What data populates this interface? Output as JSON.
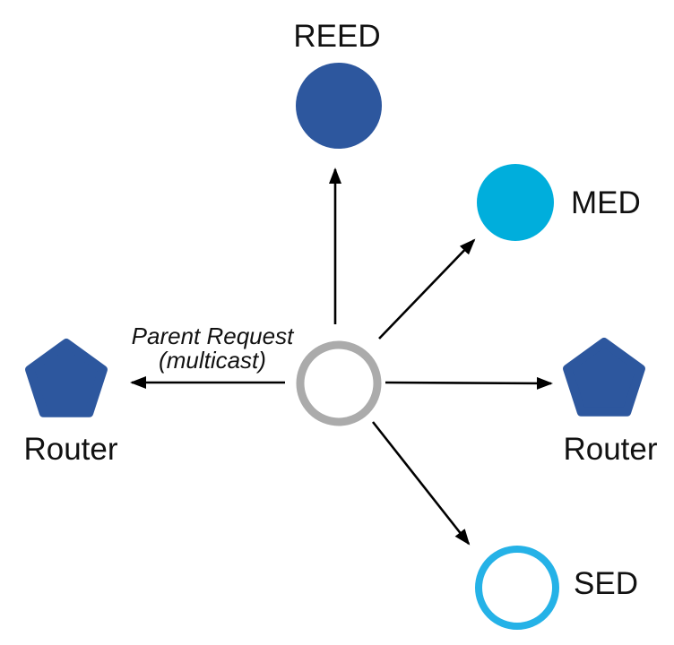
{
  "diagram": {
    "annotation": {
      "line1": "Parent Request",
      "line2": "(multicast)"
    },
    "nodes": {
      "reed": {
        "label": "REED"
      },
      "med": {
        "label": "MED"
      },
      "router_left": {
        "label": "Router"
      },
      "router_right": {
        "label": "Router"
      },
      "sed": {
        "label": "SED"
      },
      "parent_requester": {
        "label": ""
      }
    },
    "edges": [
      {
        "from": "center",
        "to": "reed"
      },
      {
        "from": "center",
        "to": "med"
      },
      {
        "from": "center",
        "to": "router_left"
      },
      {
        "from": "center",
        "to": "router_right"
      },
      {
        "from": "center",
        "to": "sed"
      }
    ]
  },
  "colors": {
    "node_blue": "#2D579E",
    "med_cyan": "#00AEDC",
    "sed_cyan": "#25B2E7",
    "parent_gray": "#ABABAB",
    "arrow": "#000000",
    "background": "#FFFFFF"
  }
}
